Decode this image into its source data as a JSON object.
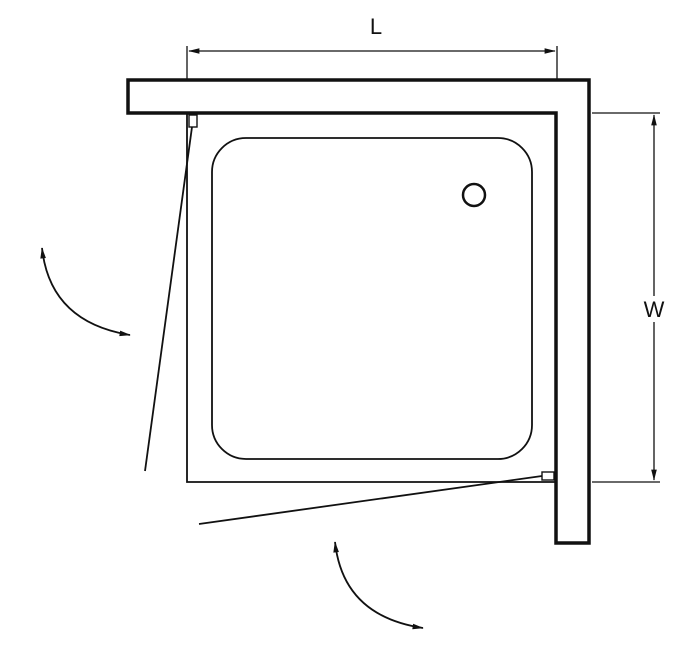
{
  "diagram": {
    "title": "Corner shower enclosure plan view",
    "dimensions": {
      "length_label": "L",
      "width_label": "W"
    },
    "components": [
      "wall-top",
      "wall-right",
      "shower-tray",
      "tray-basin",
      "drain",
      "hinged-door-left",
      "hinged-door-bottom",
      "swing-arrow-left",
      "swing-arrow-bottom"
    ],
    "colors": {
      "stroke": "#111111",
      "background": "#ffffff"
    }
  }
}
